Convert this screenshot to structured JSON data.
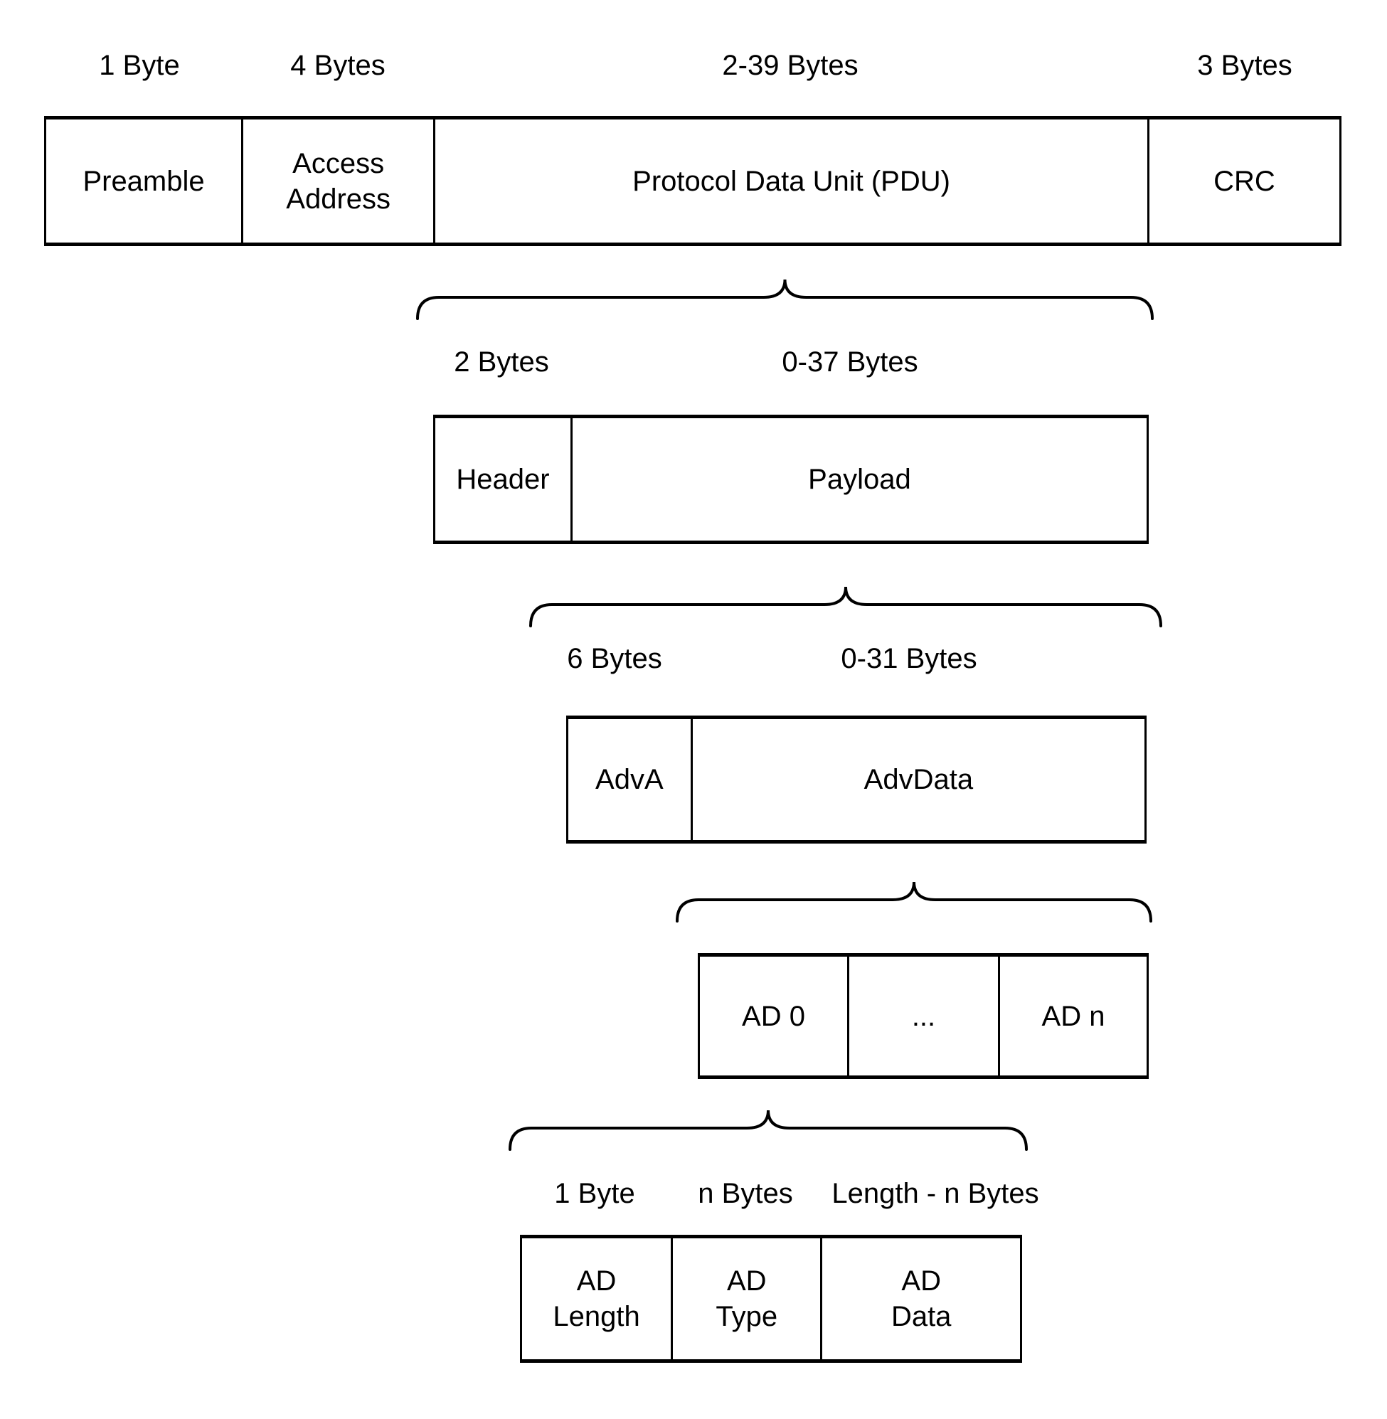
{
  "figure": {
    "title_hidden": "",
    "levels": [
      {
        "id": "packet",
        "sizes": [
          "1 Byte",
          "4 Bytes",
          "2-39 Bytes",
          "3 Bytes"
        ],
        "cells": [
          "Preamble",
          "Access\nAddress",
          "Protocol Data Unit (PDU)",
          "CRC"
        ]
      },
      {
        "id": "pdu",
        "sizes": [
          "2 Bytes",
          "0-37 Bytes"
        ],
        "cells": [
          "Header",
          "Payload"
        ]
      },
      {
        "id": "payload",
        "sizes": [
          "6 Bytes",
          "0-31 Bytes"
        ],
        "cells": [
          "AdvA",
          "AdvData"
        ]
      },
      {
        "id": "advdata",
        "sizes": [],
        "cells": [
          "AD 0",
          "...",
          "AD n"
        ]
      },
      {
        "id": "ad-structure",
        "sizes": [
          "1 Byte",
          "n Bytes",
          "Length - n Bytes"
        ],
        "cells": [
          "AD\nLength",
          "AD\nType",
          "AD\nData"
        ]
      }
    ],
    "stroke_color": "#000000",
    "background_color": "#ffffff"
  }
}
